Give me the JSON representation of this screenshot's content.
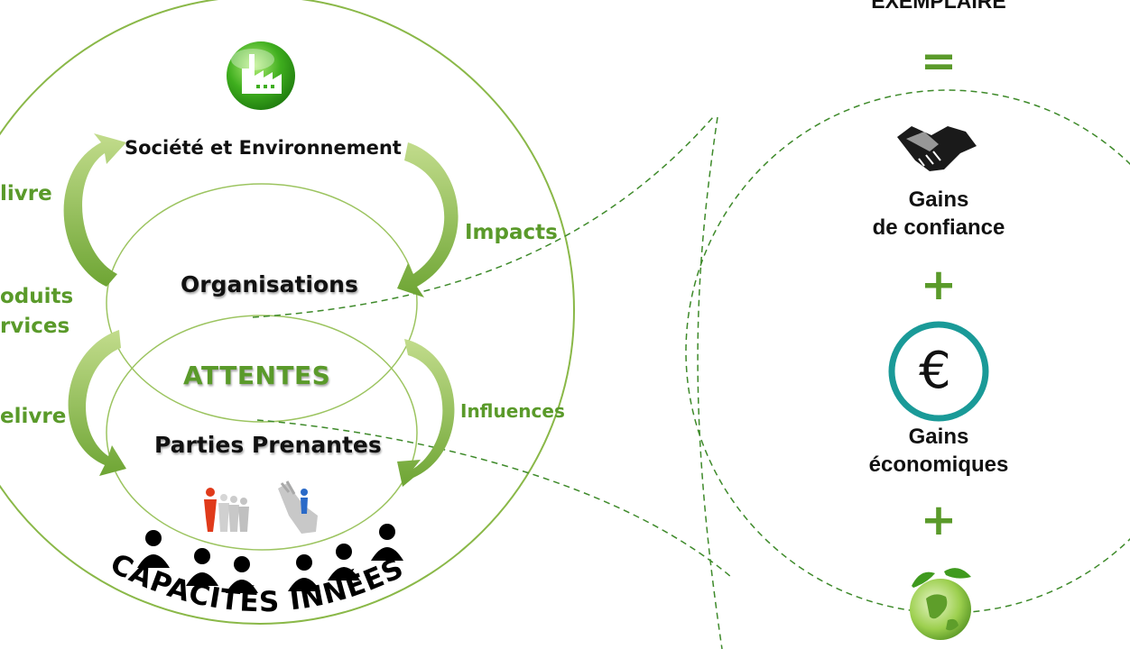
{
  "diagram": {
    "top_node": "Société et Environnement",
    "middle_node": "Organisations",
    "overlap_label": "ATTENTES",
    "lower_node": "Parties Prenantes",
    "bottom_arc_text": "CAPACITÉS INNÉES",
    "edge_labels": {
      "left_top": "livre",
      "left_middle_line1": "oduits",
      "left_middle_line2": "rvices",
      "left_bottom": "elivre",
      "right_top": "Impacts",
      "right_bottom": "Influences"
    }
  },
  "right_panel": {
    "title_partial": "EXEMPLAIRE",
    "equals": "=",
    "trust_line1": "Gains",
    "trust_line2": "de confiance",
    "plus_1": "+",
    "euro_symbol": "€",
    "econ_line1": "Gains",
    "econ_line2": "économiques",
    "plus_2": "+"
  },
  "colors": {
    "green_accent": "#5a9a2a",
    "circle_stroke": "#8ab848",
    "euro_ring": "#1a9a98",
    "dark_text": "#111111"
  },
  "icons": [
    "factory-icon",
    "people-group-icon",
    "hand-person-icon",
    "handshake-icon",
    "euro-icon",
    "green-globe-icon",
    "person-silhouette-icon"
  ]
}
